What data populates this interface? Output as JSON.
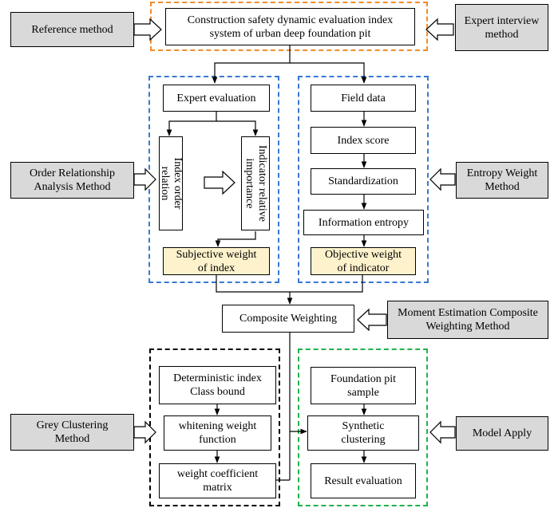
{
  "top": {
    "title": "Construction safety dynamic evaluation index\nsystem of urban deep foundation pit",
    "left_method": "Reference method",
    "right_method": "Expert interview\nmethod"
  },
  "subjective": {
    "expert_evaluation": "Expert evaluation",
    "index_order": "Index order\nrelation",
    "relative_importance": "Indicator relative\nimportance",
    "weight": "Subjective weight\nof index",
    "method": "Order Relationship\nAnalysis Method"
  },
  "objective": {
    "field_data": "Field data",
    "index_score": "Index score",
    "standardization": "Standardization",
    "information_entropy": "Information entropy",
    "weight": "Objective weight\nof indicator",
    "method": "Entropy Weight\nMethod"
  },
  "composite": {
    "label": "Composite Weighting",
    "method": "Moment Estimation Composite\nWeighting Method"
  },
  "grey": {
    "deterministic": "Deterministic index\nClass bound",
    "whitening": "whitening weight\nfunction",
    "matrix": "weight coefficient\nmatrix",
    "method": "Grey Clustering\nMethod"
  },
  "application": {
    "sample": "Foundation pit\nsample",
    "synthetic": "Synthetic\nclustering",
    "result": "Result evaluation",
    "method": "Model Apply"
  },
  "colors": {
    "orange": "#f28c28",
    "blue": "#3a78d4",
    "black": "#000000",
    "green": "#22b14c",
    "gray_fill": "#d9d9d9",
    "yellow_fill": "#fdf2cc"
  }
}
